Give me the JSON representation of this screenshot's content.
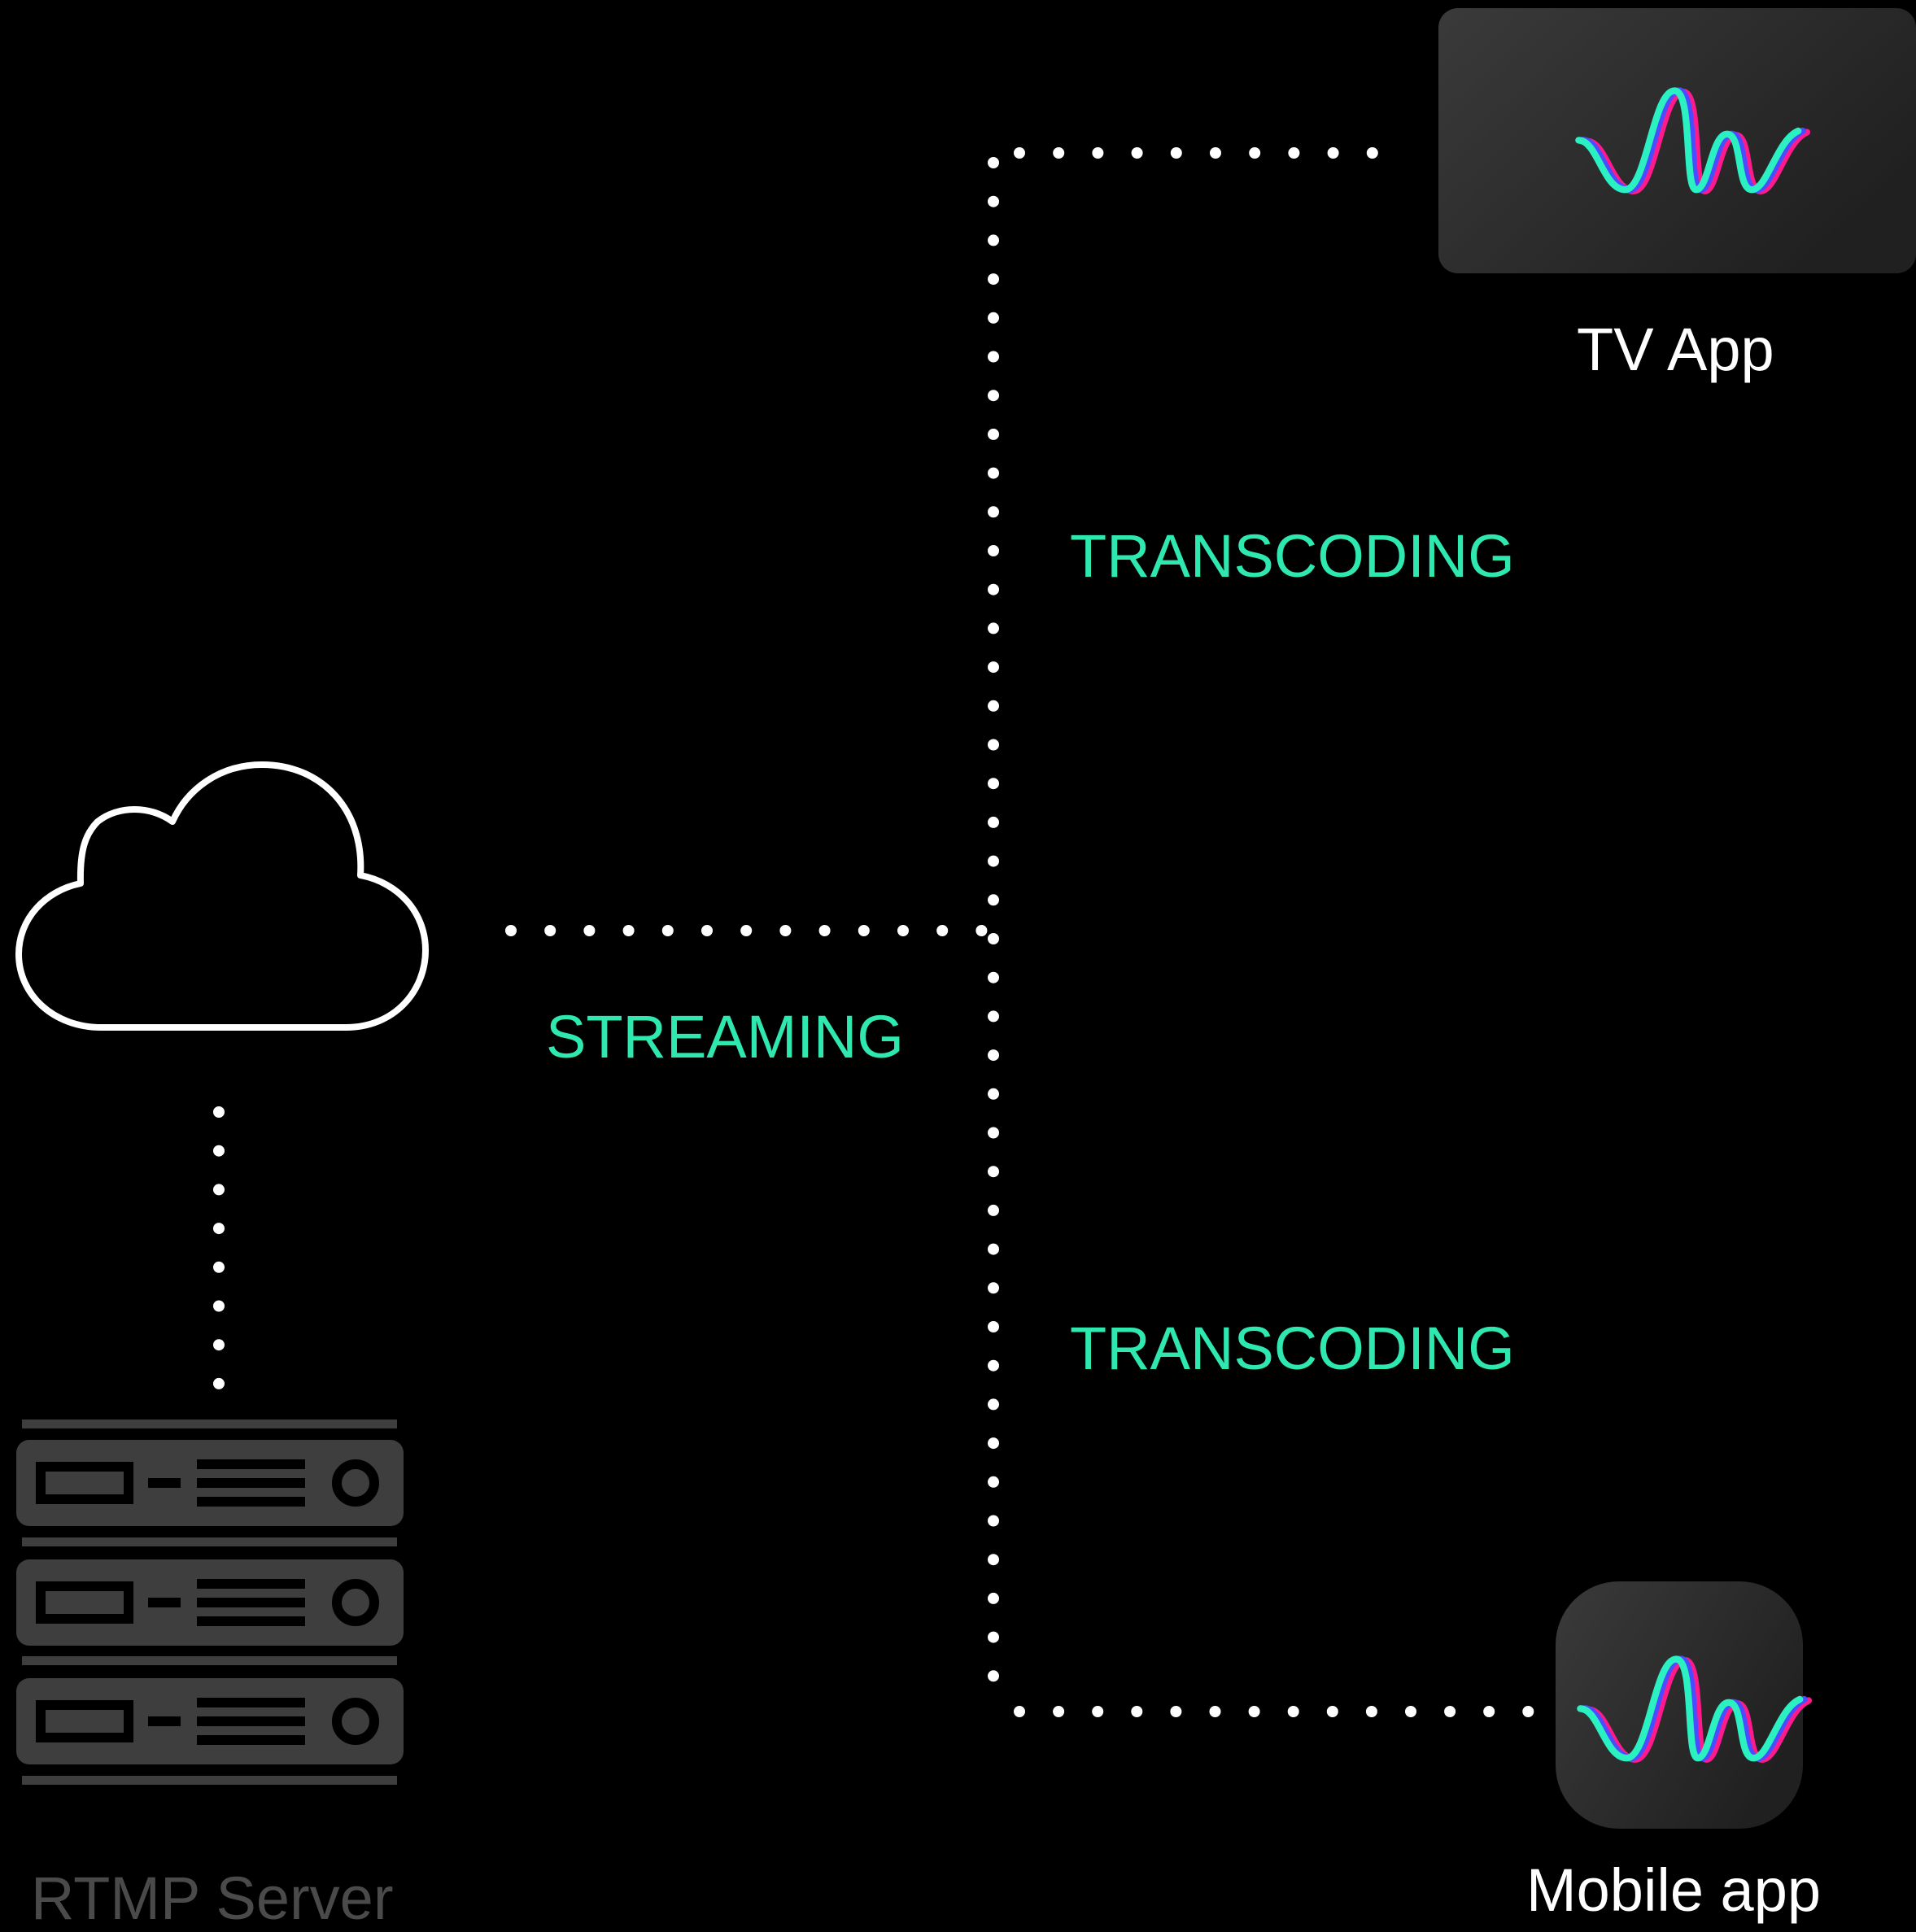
{
  "colors": {
    "background": "#000000",
    "connector": "#ffffff",
    "flow_label": "#2ee8b0",
    "node_label": "#ffffff",
    "server_label": "#4a4a4a",
    "server_body": "#3e3e3e",
    "tile": "#2d2d2d",
    "wave_cyan": "#2bf0c2",
    "wave_pink": "#ff1a8c",
    "wave_blue": "#4a4cff"
  },
  "nodes": {
    "cloud": {
      "icon": "cloud-icon"
    },
    "server": {
      "icon": "server-rack-icon",
      "label": "RTMP Server"
    },
    "tv_app": {
      "icon": "wave-logo-icon",
      "label": "TV App"
    },
    "mobile_app": {
      "icon": "wave-logo-icon",
      "label": "Mobile app"
    }
  },
  "flows": {
    "streaming": "STREAMING",
    "transcoding_tv": "TRANSCODING",
    "transcoding_mobile": "TRANSCODING"
  }
}
